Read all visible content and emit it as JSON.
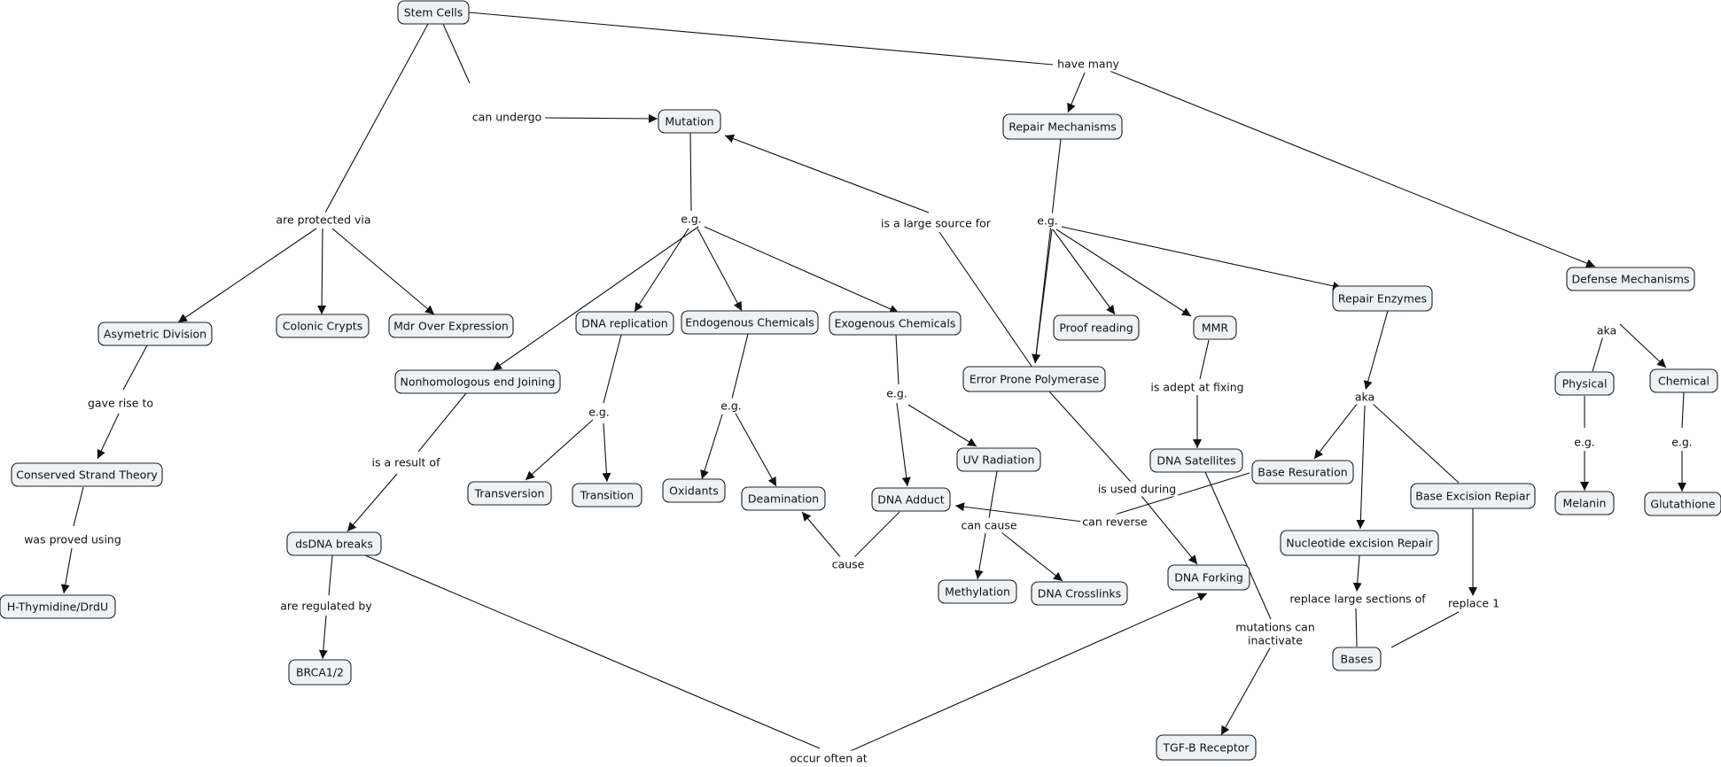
{
  "nodes": [
    {
      "id": "stem",
      "label": "Stem Cells"
    },
    {
      "id": "mutation",
      "label": "Mutation"
    },
    {
      "id": "repair_mech",
      "label": "Repair Mechanisms"
    },
    {
      "id": "defense",
      "label": "Defense Mechanisms"
    },
    {
      "id": "asym",
      "label": "Asymetric Division"
    },
    {
      "id": "crypts",
      "label": "Colonic Crypts"
    },
    {
      "id": "mdr",
      "label": "Mdr Over Expression"
    },
    {
      "id": "dnarep",
      "label": "DNA replication"
    },
    {
      "id": "endo",
      "label": "Endogenous Chemicals"
    },
    {
      "id": "exo",
      "label": "Exogenous Chemicals"
    },
    {
      "id": "nhej",
      "label": "Nonhomologous end Joining"
    },
    {
      "id": "conserved",
      "label": "Conserved Strand Theory"
    },
    {
      "id": "hthym",
      "label": "H-Thymidine/DrdU"
    },
    {
      "id": "transversion",
      "label": "Transversion"
    },
    {
      "id": "transition",
      "label": "Transition"
    },
    {
      "id": "oxidants",
      "label": "Oxidants"
    },
    {
      "id": "deamination",
      "label": "Deamination"
    },
    {
      "id": "adduct",
      "label": "DNA Adduct"
    },
    {
      "id": "uv",
      "label": "UV Radiation"
    },
    {
      "id": "methylation",
      "label": "Methylation"
    },
    {
      "id": "crosslinks",
      "label": "DNA Crosslinks"
    },
    {
      "id": "dsdna",
      "label": "dsDNA breaks"
    },
    {
      "id": "brca",
      "label": "BRCA1/2"
    },
    {
      "id": "epp",
      "label": "Error Prone Polymerase"
    },
    {
      "id": "proof",
      "label": "Proof reading"
    },
    {
      "id": "mmr",
      "label": "MMR"
    },
    {
      "id": "repair_enz",
      "label": "Repair Enzymes"
    },
    {
      "id": "satellites",
      "label": "DNA Satellites"
    },
    {
      "id": "forking",
      "label": "DNA Forking"
    },
    {
      "id": "tgfb",
      "label": "TGF-B Receptor"
    },
    {
      "id": "baseres",
      "label": "Base Resuration"
    },
    {
      "id": "ner",
      "label": "Nucleotide excision Repair"
    },
    {
      "id": "ber",
      "label": "Base Excision Repiar"
    },
    {
      "id": "bases",
      "label": "Bases"
    },
    {
      "id": "physical",
      "label": "Physical"
    },
    {
      "id": "chemical",
      "label": "Chemical"
    },
    {
      "id": "melanin",
      "label": "Melanin"
    },
    {
      "id": "glutathione",
      "label": "Glutathione"
    }
  ],
  "link_labels": [
    {
      "id": "can_undergo",
      "label": "can undergo"
    },
    {
      "id": "have_many",
      "label": "have many"
    },
    {
      "id": "protected_via",
      "label": "are protected via"
    },
    {
      "id": "mut_eg",
      "label": "e.g."
    },
    {
      "id": "large_source",
      "label": "is a large source for"
    },
    {
      "id": "rm_eg",
      "label": "e.g."
    },
    {
      "id": "def_aka",
      "label": "aka"
    },
    {
      "id": "gave_rise",
      "label": "gave rise to"
    },
    {
      "id": "proved_using",
      "label": "was proved using"
    },
    {
      "id": "is_result_of",
      "label": "is a result of"
    },
    {
      "id": "regulated_by",
      "label": "are regulated by"
    },
    {
      "id": "occur_often",
      "label": "occur often at"
    },
    {
      "id": "dnarep_eg",
      "label": "e.g."
    },
    {
      "id": "endo_eg",
      "label": "e.g."
    },
    {
      "id": "exo_eg",
      "label": "e.g."
    },
    {
      "id": "cause",
      "label": "cause"
    },
    {
      "id": "can_cause",
      "label": "can cause"
    },
    {
      "id": "adept",
      "label": "is adept at fixing"
    },
    {
      "id": "used_during",
      "label": "is used during"
    },
    {
      "id": "can_reverse",
      "label": "can reverse"
    },
    {
      "id": "mutations_inact_1",
      "label": "mutations can"
    },
    {
      "id": "mutations_inact_2",
      "label": "inactivate"
    },
    {
      "id": "enz_aka",
      "label": "aka"
    },
    {
      "id": "replace_large",
      "label": "replace large sections of"
    },
    {
      "id": "replace_1",
      "label": "replace 1"
    },
    {
      "id": "phys_eg",
      "label": "e.g."
    },
    {
      "id": "chem_eg",
      "label": "e.g."
    }
  ]
}
